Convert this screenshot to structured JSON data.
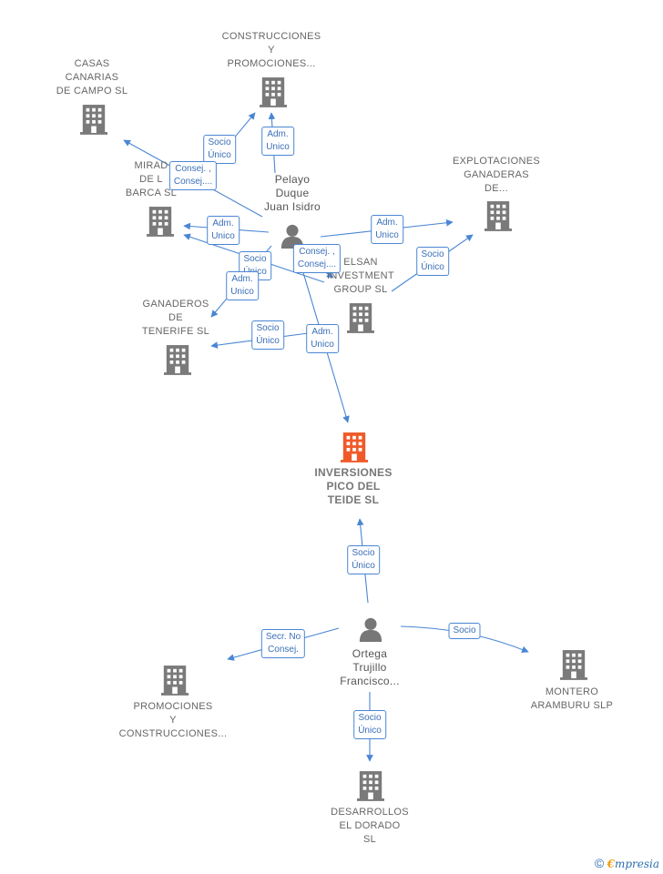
{
  "nodes": {
    "casas": "CASAS\nCANARIAS\nDE CAMPO SL",
    "construcciones": "CONSTRUCCIONES\nY\nPROMOCIONES...",
    "mirador": "MIRAD\nDE L\nBARCA SL",
    "explotaciones": "EXPLOTACIONES\nGANADERAS\nDE...",
    "elsan": "ELSAN\nINVESTMENT\nGROUP  SL",
    "ganaderos": "GANADEROS\nDE\nTENERIFE SL",
    "inversiones": "INVERSIONES\nPICO DEL\nTEIDE  SL",
    "promociones": "PROMOCIONES\nY\nCONSTRUCCIONES...",
    "montero": "MONTERO\nARAMBURU  SLP",
    "desarrollos": "DESARROLLOS\nEL DORADO\nSL"
  },
  "persons": {
    "pelayo": "Pelayo\nDuque\nJuan Isidro",
    "ortega": "Ortega\nTrujillo\nFrancisco..."
  },
  "edge_labels": {
    "e1": "Socio\nÚnico",
    "e2": "Adm.\nUnico",
    "e3": "Consej. ,\nConsej....",
    "e4": "Adm.\nUnico",
    "e5": "Socio\nÚnico",
    "e6": "Adm.\nUnico",
    "e7": "Adm.\nUnico",
    "e8": "Consej. ,\nConsej....",
    "e9": "Socio\nÚnico",
    "e10": "Socio\nÚnico",
    "e11": "Adm.\nUnico",
    "e12": "Socio\nÚnico",
    "e13": "Secr.  No\nConsej.",
    "e14": "Socio",
    "e15": "Socio\nÚnico"
  },
  "footer": {
    "copyright": "©",
    "brand_e": "€",
    "brand_rest": "mpresia"
  },
  "colors": {
    "edge": "#4a86d4",
    "building": "#7a7a7a",
    "main_building": "#f05a28",
    "person": "#777777"
  }
}
